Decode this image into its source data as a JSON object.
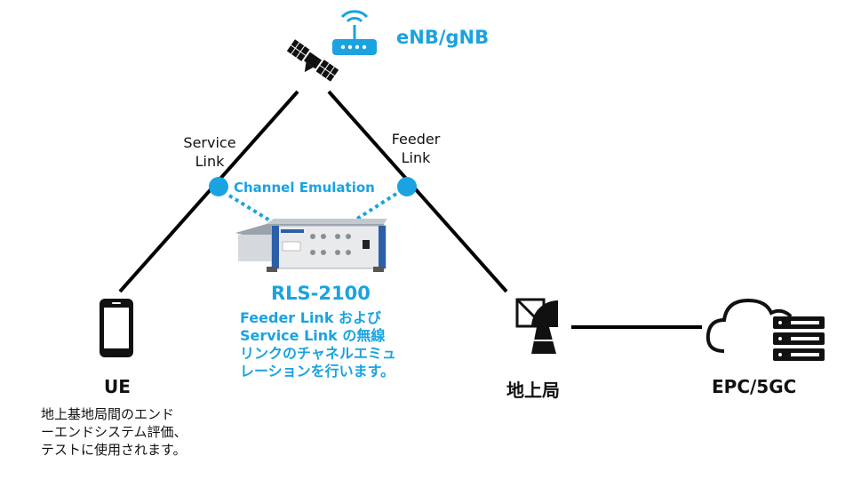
{
  "satellite": {
    "label": "eNB/gNB",
    "icon": "satellite-icon",
    "router_icon": "wifi-router-icon"
  },
  "service_link": {
    "line1": "Service",
    "line2": "Link"
  },
  "feeder_link": {
    "line1": "Feeder",
    "line2": "Link"
  },
  "channel_emulation": {
    "label": "Channel Emulation"
  },
  "device": {
    "name": "RLS-2100",
    "desc": [
      "Feeder Link および",
      "Service Link の無線",
      "リンクのチャネルエミュ",
      "レーションを行います。"
    ]
  },
  "ue": {
    "label": "UE",
    "icon": "smartphone-icon",
    "desc": [
      "地上基地局間のエンド",
      "ーエンドシステム評価、",
      "テストに使用されます。"
    ]
  },
  "ground_station": {
    "label": "地上局",
    "icon": "satellite-dish-icon"
  },
  "core": {
    "label": "EPC/5GC",
    "icon": "cloud-server-icon"
  },
  "colors": {
    "accent": "#1aa3e0",
    "line": "#000000"
  }
}
